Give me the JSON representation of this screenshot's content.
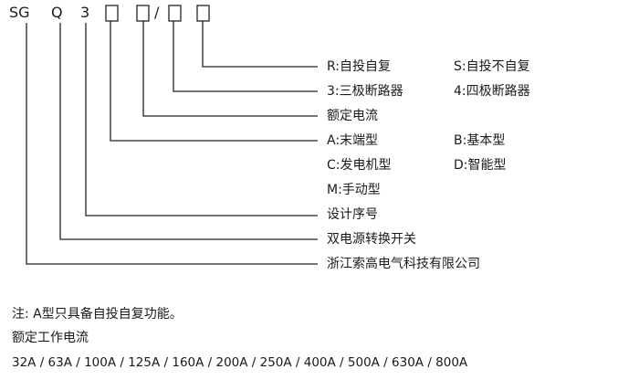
{
  "model_code": {
    "parts": [
      "SG",
      "Q",
      "3"
    ],
    "slash": "/"
  },
  "rows": [
    {
      "left": "R:自投自复",
      "right": "S:自投不自复"
    },
    {
      "left": "3:三极断路器",
      "right": "4:四极断路器"
    },
    {
      "left": "额定电流",
      "right": ""
    },
    {
      "left": "A:末端型",
      "right": "B:基本型"
    },
    {
      "left": "C:发电机型",
      "right": "D:智能型"
    },
    {
      "left": "M:手动型",
      "right": ""
    },
    {
      "left": "设计序号",
      "right": ""
    },
    {
      "left": "双电源转换开关",
      "right": ""
    },
    {
      "left": "浙江索高电气科技有限公司",
      "right": ""
    }
  ],
  "notes": {
    "note": "注:  A型只具备自投自复功能。",
    "current_title": "额定工作电流",
    "currents": "32A / 63A / 100A / 125A / 160A / 200A / 250A / 400A / 500A / 630A / 800A"
  }
}
